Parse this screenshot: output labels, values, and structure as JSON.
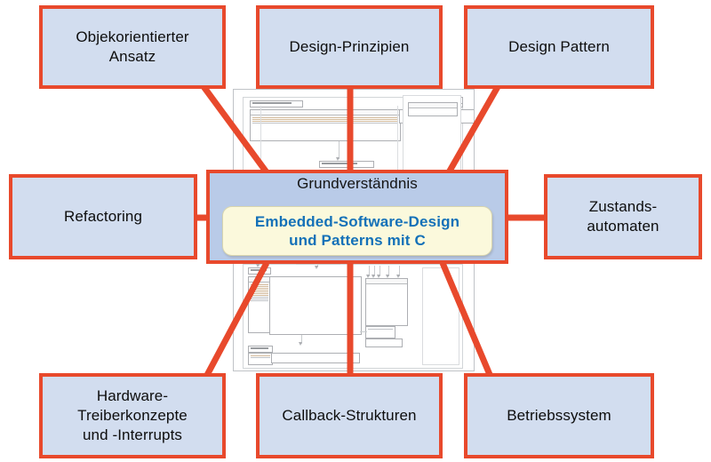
{
  "diagram": {
    "title_center": "Grundverständnis",
    "center_highlight": {
      "line1": "Embedded-Software-Design",
      "line2": "und Patterns mit C"
    },
    "colors": {
      "node_fill": "#d2ddef",
      "node_border": "#e8492c",
      "center_fill": "#b9cbe8",
      "highlight_fill": "#fbf9dc",
      "highlight_text": "#1471b8",
      "connector": "#e8492c",
      "background": "#ffffff"
    },
    "nodes": [
      {
        "id": "objektorientierter-ansatz",
        "line1": "Objekorientierter",
        "line2": "Ansatz"
      },
      {
        "id": "design-prinzipien",
        "line1": "Design-Prinzipien",
        "line2": ""
      },
      {
        "id": "design-pattern",
        "line1": "Design Pattern",
        "line2": ""
      },
      {
        "id": "refactoring",
        "line1": "Refactoring",
        "line2": ""
      },
      {
        "id": "zustandsautomaten",
        "line1": "Zustands-",
        "line2": "automaten"
      },
      {
        "id": "hardware-treiberkonzepte",
        "line1": "Hardware-",
        "line2": "Treiberkonzepte",
        "line3": "und -Interrupts"
      },
      {
        "id": "callback-strukturen",
        "line1": "Callback-Strukturen",
        "line2": ""
      },
      {
        "id": "betriebssystem",
        "line1": "Betriebssystem",
        "line2": ""
      }
    ]
  }
}
